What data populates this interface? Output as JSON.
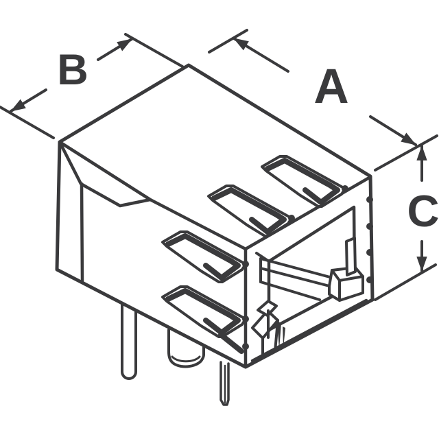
{
  "drawing": {
    "labels": {
      "dim_a": "A",
      "dim_b": "B",
      "dim_c": "C"
    },
    "colors": {
      "line": "#3a3a3c",
      "background": "#ffffff"
    }
  }
}
